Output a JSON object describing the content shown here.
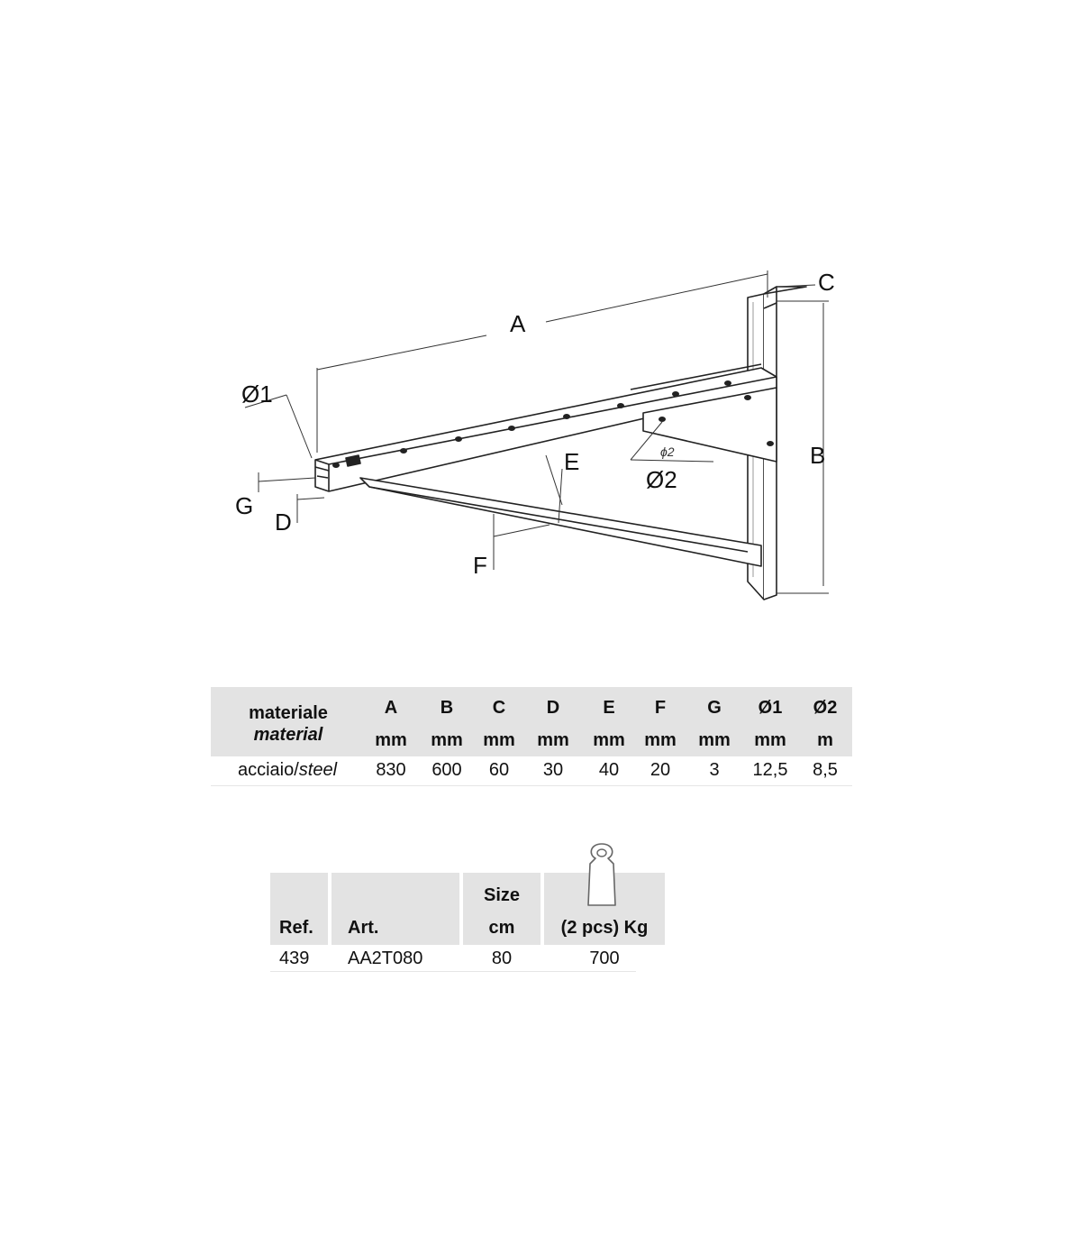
{
  "drawing": {
    "labels": {
      "A": "A",
      "B": "B",
      "C": "C",
      "D": "D",
      "E": "E",
      "F": "F",
      "G": "G",
      "phi1": "Ø1",
      "phi2": "Ø2",
      "phi2_small": "ϕ2"
    }
  },
  "spec_table": {
    "material_header": "materiale",
    "material_header_en": "material",
    "columns": [
      {
        "letter": "A",
        "unit": "mm"
      },
      {
        "letter": "B",
        "unit": "mm"
      },
      {
        "letter": "C",
        "unit": "mm"
      },
      {
        "letter": "D",
        "unit": "mm"
      },
      {
        "letter": "E",
        "unit": "mm"
      },
      {
        "letter": "F",
        "unit": "mm"
      },
      {
        "letter": "G",
        "unit": "mm"
      },
      {
        "letter": "Ø1",
        "unit": "mm"
      },
      {
        "letter": "Ø2",
        "unit": "m"
      }
    ],
    "row": {
      "material_it": "acciaio/",
      "material_en": "steel",
      "values": [
        "830",
        "600",
        "60",
        "30",
        "40",
        "20",
        "3",
        "12,5",
        "8,5"
      ]
    }
  },
  "product_table": {
    "headers": {
      "ref": "Ref.",
      "art": "Art.",
      "size_line1": "Size",
      "size_line2": "cm",
      "load": "(2 pcs) Kg"
    },
    "icon": "weight-icon",
    "row": {
      "ref": "439",
      "art": "AA2T080",
      "size": "80",
      "load": "700"
    }
  }
}
